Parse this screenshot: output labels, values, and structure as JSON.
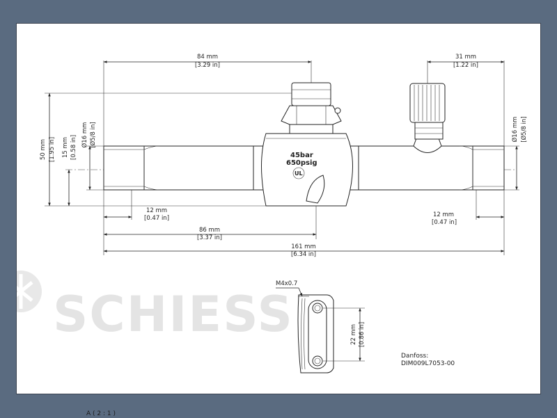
{
  "watermark": "SCHIESSL",
  "dimensions": {
    "d84_mm": "84 mm",
    "d84_in": "[3.29 in]",
    "d31_mm": "31 mm",
    "d31_in": "[1.22 in]",
    "d50_mm": "50 mm",
    "d50_in": "[1.95 in]",
    "d15_mm": "15 mm",
    "d15_in": "[0.58 in]",
    "dia16L_mm": "Ø16 mm",
    "dia16L_in": "[Ø5/8 in]",
    "dia16R_mm": "Ø16 mm",
    "dia16R_in": "[Ø5/8 in]",
    "d12L_mm": "12 mm",
    "d12L_in": "[0.47 in]",
    "d12R_mm": "12 mm",
    "d12R_in": "[0.47 in]",
    "d86_mm": "86 mm",
    "d86_in": "[3.37 in]",
    "d161_mm": "161 mm",
    "d161_in": "[6.34 in]",
    "d22_mm": "22 mm",
    "d22_in": "[0.86 in]",
    "thread": "M4x0.7"
  },
  "body_marking": {
    "pressure_bar": "45bar",
    "pressure_psig": "650psig",
    "ul_mark": "UL"
  },
  "ref": {
    "maker": "Danfoss:",
    "code": "DIM009L7053-00"
  },
  "footer": {
    "scale_label": "A ( 2 : 1 )"
  },
  "colors": {
    "frame": "#5a6b80",
    "sheet": "#ffffff",
    "watermark": "#e4e4e4"
  }
}
